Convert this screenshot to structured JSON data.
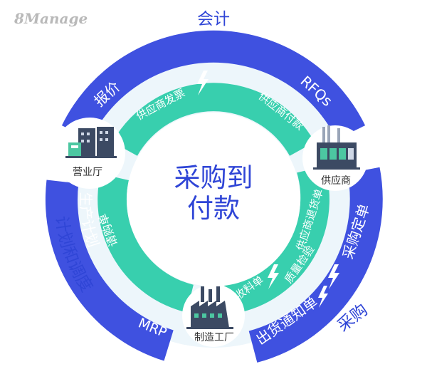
{
  "brand": {
    "logo_text": "8Manage"
  },
  "center": {
    "line1": "采购到",
    "line2": "付款"
  },
  "outer_labels": {
    "top": "会计",
    "left": "计划和调度",
    "right": "采购"
  },
  "outer_ring": {
    "quotation": "报价",
    "rfqs": "RFQs",
    "production_plan": "生产计划",
    "mrp": "MRP",
    "purchase_order": "采购定单",
    "delivery_notice": "出货通知单"
  },
  "inner_ring": {
    "supplier_invoice": "供应商发票",
    "supplier_payment": "供应商付款",
    "requisition": "请购单",
    "supplier_return": "供应商退货单",
    "quality_check": "质量检验",
    "receipt": "收料单"
  },
  "nodes": {
    "sales_office": "营业厅",
    "supplier": "供应商",
    "factory": "制造工厂"
  },
  "icons": [
    "lightning-icon",
    "building-icon",
    "industrial-plant-icon",
    "factory-icon"
  ],
  "colors": {
    "outer_ring": "#3f51e0",
    "inner_ring": "#38cfae",
    "light_band": "#edf6fb",
    "accent_text": "#2f45d6",
    "center_text": "#2f45d6",
    "label_text": "#333333"
  }
}
